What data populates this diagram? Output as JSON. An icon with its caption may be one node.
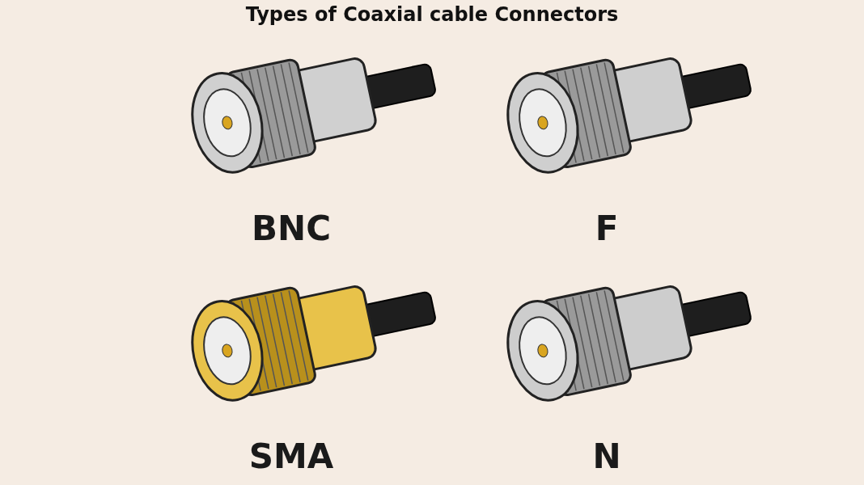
{
  "diagram": {
    "title": "Types of Coaxial cable Connectors",
    "labels": [
      "BNC",
      "F",
      "SMA",
      "N"
    ]
  }
}
